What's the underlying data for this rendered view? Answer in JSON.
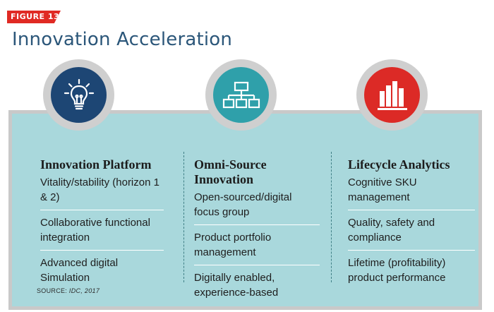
{
  "figure_tag": "FIGURE 13",
  "title": "Innovation Acceleration",
  "colors": {
    "tag_red": "#e02a24",
    "title_blue": "#2b5679",
    "panel_teal": "#a9d8dc",
    "icon1_navy": "#1d4674",
    "icon2_teal": "#2fa0aa",
    "icon3_red": "#dc2a26"
  },
  "columns": [
    {
      "icon": "lightbulb-icon",
      "heading": "Innovation Platform",
      "items": [
        "Vitality/stability (horizon 1 & 2)",
        "Collaborative functional integration",
        "Advanced digital Simulation"
      ]
    },
    {
      "icon": "hierarchy-chart-icon",
      "heading": "Omni-Source Innovation",
      "items": [
        "Open-sourced/digital focus group",
        "Product portfolio management",
        "Digitally enabled, experience-based"
      ]
    },
    {
      "icon": "bar-chart-icon",
      "heading": "Lifecycle Analytics",
      "items": [
        "Cognitive SKU management",
        "Quality, safety and compliance",
        "Lifetime (profitability) product performance"
      ]
    }
  ],
  "source": {
    "label": "SOURCE:",
    "citation": "IDC, 2017"
  }
}
